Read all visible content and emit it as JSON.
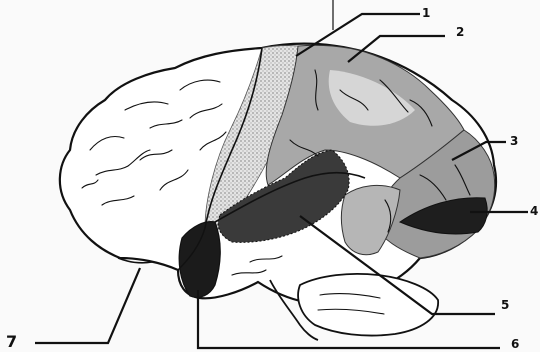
{
  "figure": {
    "labels": [
      {
        "id": "1",
        "text": "1"
      },
      {
        "id": "2",
        "text": "2"
      },
      {
        "id": "3",
        "text": "3"
      },
      {
        "id": "4",
        "text": "4"
      },
      {
        "id": "5",
        "text": "5"
      },
      {
        "id": "6",
        "text": "6"
      },
      {
        "id": "7",
        "text": "7"
      }
    ]
  },
  "colors": {
    "outline": "#111111",
    "background": "#fafafa",
    "stipple": "#d0d0d0",
    "gray_medium": "#a6a6a6",
    "gray_light": "#c9c9c9",
    "dark_region": "#3a3a3a",
    "very_dark_region": "#1e1e1e"
  }
}
